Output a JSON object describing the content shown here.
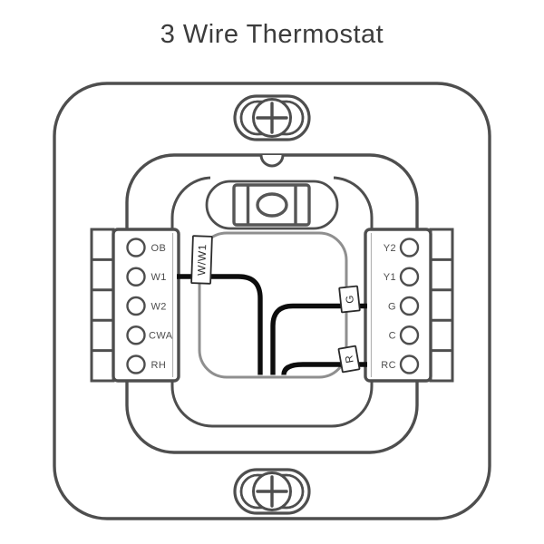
{
  "title": "3 Wire Thermostat",
  "colors": {
    "outline": "#4e4e4e",
    "detail": "#565656",
    "opening": "#8f8f8f",
    "hairline": "#b3b3b3",
    "wire": "#0d0d0d",
    "terminal_text": "#4d4d4d",
    "wire_label_text": "#2e2e2e",
    "wire_label_border": "#2b2b2b",
    "title_text": "#3c3c3c",
    "background": "#ffffff"
  },
  "left_terminal_block": {
    "labels": [
      "OB",
      "W1",
      "W2",
      "CWA",
      "RH"
    ]
  },
  "right_terminal_block": {
    "labels": [
      "Y2",
      "Y1",
      "G",
      "C",
      "RC"
    ]
  },
  "wires": [
    {
      "label": "W/W1",
      "connects_to": "W1"
    },
    {
      "label": "G",
      "connects_to": "G"
    },
    {
      "label": "R",
      "connects_to": "RC"
    }
  ]
}
